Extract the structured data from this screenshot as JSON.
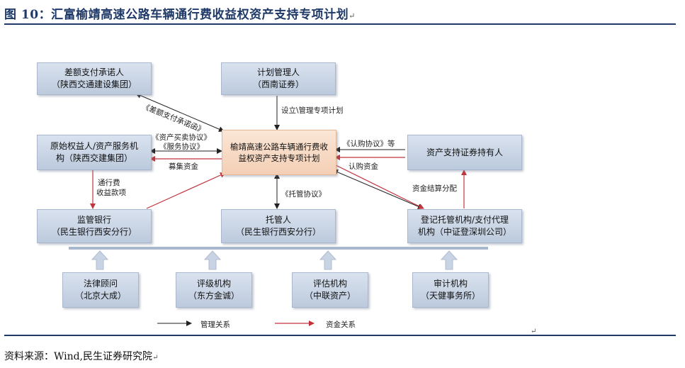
{
  "title": "图 10：汇富榆靖高速公路车辆通行费收益权资产支持专项计划",
  "return_mark": "↵",
  "source": "资料来源：Wind,民生证券研究院",
  "boxes": {
    "diff_payer": {
      "line1": "差额支付承诺人",
      "line2": "（陕西交通建设集团）"
    },
    "plan_manager": {
      "line1": "计划管理人",
      "line2": "（西南证券）"
    },
    "originator": {
      "line1": "原始权益人/资产服务机",
      "line2": "构（陕西交建集团）"
    },
    "center_plan": {
      "line1": "榆靖高速公路车辆通行费收",
      "line2": "益权资产支持专项计划"
    },
    "holders": {
      "line1": "资产支持证券持有人",
      "line2": ""
    },
    "supervisor_bank": {
      "line1": "监管银行",
      "line2": "（民生银行西安分行）"
    },
    "custodian": {
      "line1": "托管人",
      "line2": "（民生银行西安分行）"
    },
    "registrar": {
      "line1": "登记托管机构/支付代理",
      "line2": "机构（中证登深圳公司）"
    },
    "legal": {
      "line1": "法律顾问",
      "line2": "（北京大成）"
    },
    "rating": {
      "line1": "评级机构",
      "line2": "（东方金诚）"
    },
    "appraisal": {
      "line1": "评估机构",
      "line2": "（中联资产）"
    },
    "audit": {
      "line1": "审计机构",
      "line2": "（天健事务所）"
    }
  },
  "labels": {
    "diff_agreement": "《差额支付承诺函》",
    "setup_manage": "设立\\管理专项计划",
    "asset_sale": "《资产买卖协议》",
    "service_agreement": "《服务协议》",
    "raise_funds": "募集资金",
    "subscription_agreement": "《认购协议》等",
    "subscription_funds": "认购资金",
    "toll_income_1": "通行费",
    "toll_income_2": "收益款项",
    "custody_agreement": "《托管协议》",
    "settlement": "资金结算分配"
  },
  "legend": {
    "management": "管理关系",
    "funds": "资金关系"
  },
  "colors": {
    "management": "#222222",
    "funds": "#c0343c",
    "title": "#1f3a68"
  }
}
